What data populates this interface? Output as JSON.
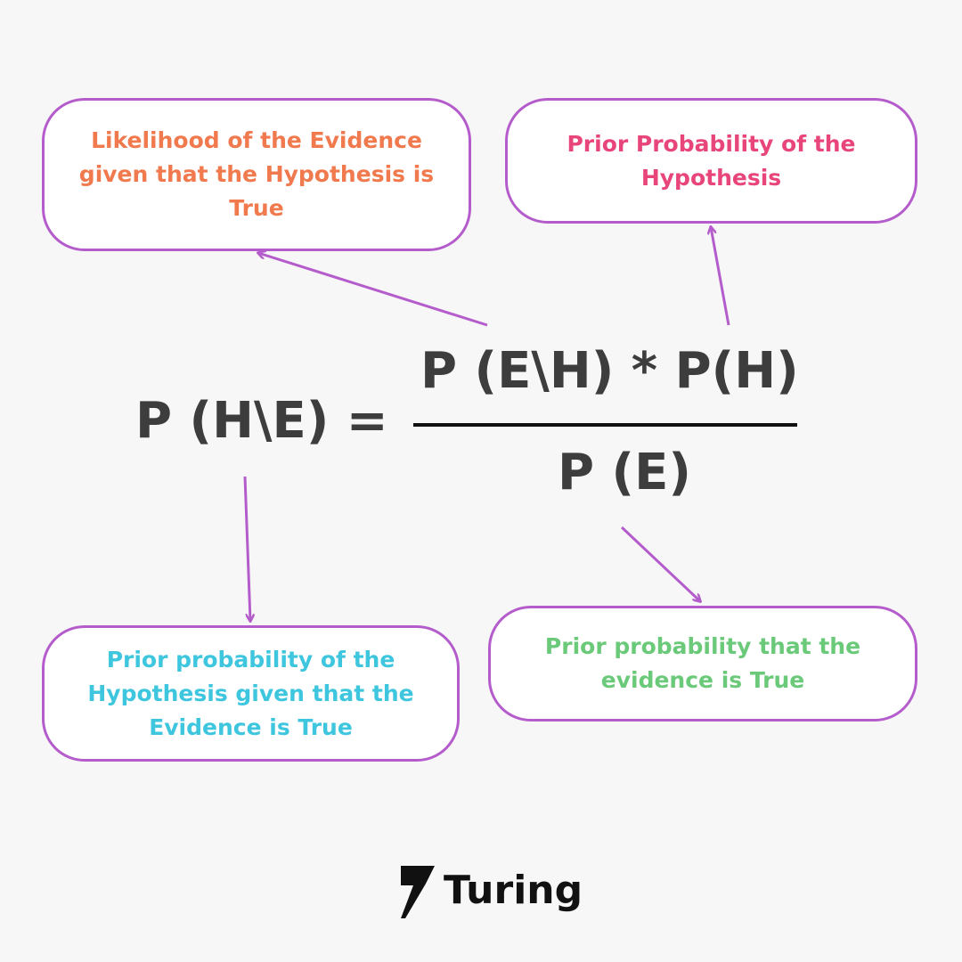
{
  "formula": {
    "lhs": "P (H\\E) =",
    "numerator": "P (E\\H) * P(H)",
    "denominator": "P (E)"
  },
  "boxes": {
    "likelihood": "Likelihood of the Evidence given that the Hypothesis is True",
    "prior_hypothesis": "Prior Probability of the Hypothesis",
    "posterior": "Prior probability of the Hypothesis given that the Evidence is True",
    "evidence": "Prior probability that the evidence is True"
  },
  "colors": {
    "likelihood": "#f07a4e",
    "prior_hypothesis": "#e8457a",
    "posterior": "#3ec6de",
    "evidence": "#6bc97a",
    "border_arrow": "#b55ccc",
    "formula": "#3d3d3d"
  },
  "logo": {
    "text": "Turing"
  }
}
